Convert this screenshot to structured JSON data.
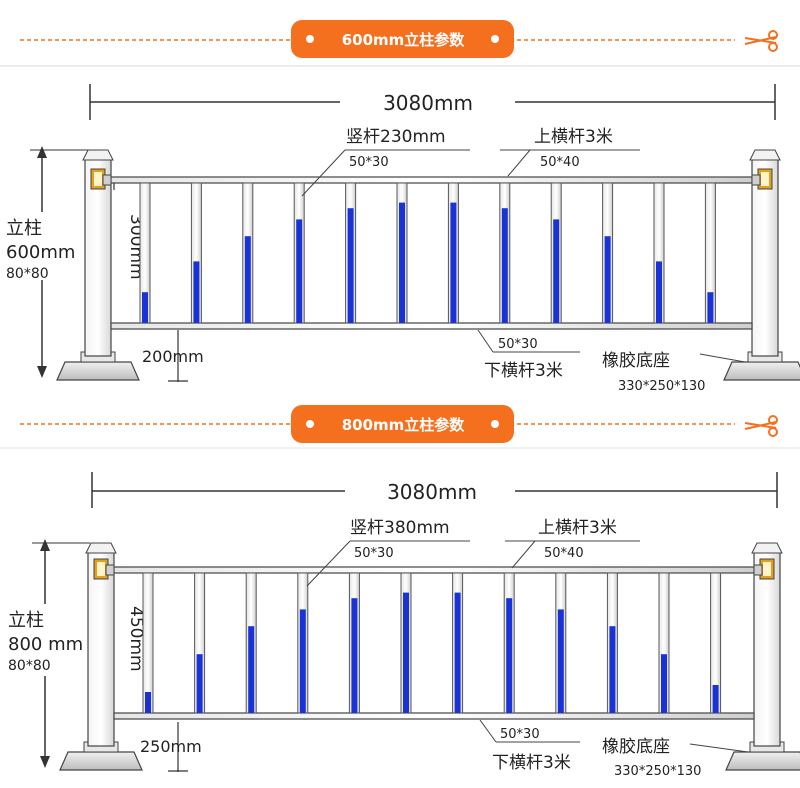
{
  "colors": {
    "accent": "#f4701e",
    "stripe": "#1a33d6",
    "post_cap": "#e0a020",
    "line": "#333333"
  },
  "sections": [
    {
      "id": "s600",
      "badge": "600mm立柱参数",
      "scissors_icon": "scissors-icon",
      "total_width": "3080mm",
      "post_label": "立柱",
      "post_height": "600mm",
      "post_size": "80*80",
      "panel_height": "300mm",
      "ground_gap": "200mm",
      "vertical_bar": "竖杆230mm",
      "vertical_bar_size": "50*30",
      "top_rail": "上横杆3米",
      "top_rail_size": "50*40",
      "bottom_rail_size": "50*30",
      "bottom_rail": "下横杆3米",
      "base_label": "橡胶底座",
      "base_size": "330*250*130",
      "stripe_fractions": [
        0.22,
        0.44,
        0.62,
        0.74,
        0.82,
        0.86,
        0.86,
        0.82,
        0.74,
        0.62,
        0.44,
        0.22
      ]
    },
    {
      "id": "s800",
      "badge": "800mm立柱参数",
      "scissors_icon": "scissors-icon",
      "total_width": "3080mm",
      "post_label": "立柱",
      "post_height": "800 mm",
      "post_size": "80*80",
      "panel_height": "450mm",
      "ground_gap": "250mm",
      "vertical_bar": "竖杆380mm",
      "vertical_bar_size": "50*30",
      "top_rail": "上横杆3米",
      "top_rail_size": "50*40",
      "bottom_rail_size": "50*30",
      "bottom_rail": "下横杆3米",
      "base_label": "橡胶底座",
      "base_size": "330*250*130",
      "stripe_fractions": [
        0.15,
        0.42,
        0.62,
        0.74,
        0.82,
        0.86,
        0.86,
        0.82,
        0.74,
        0.62,
        0.42,
        0.2
      ]
    }
  ]
}
